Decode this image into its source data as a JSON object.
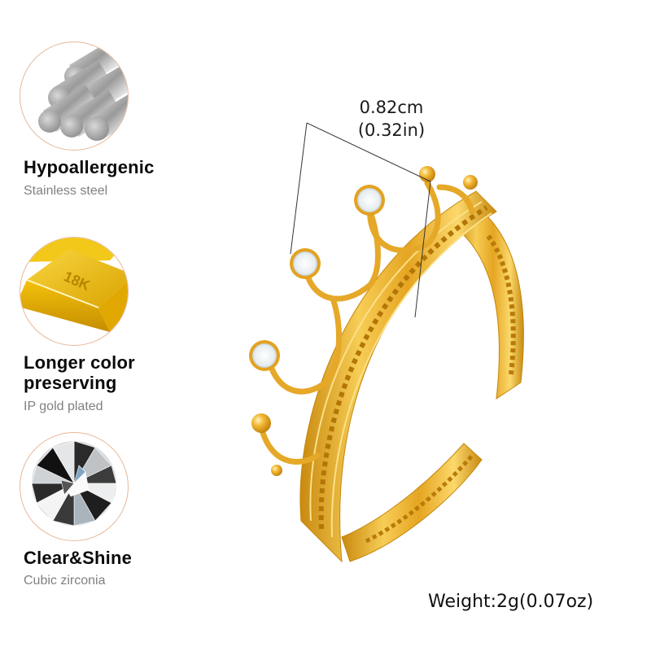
{
  "features": [
    {
      "icon": "stainless-steel-rods-icon",
      "title": "Hypoallergenic",
      "subtitle": "Stainless steel"
    },
    {
      "icon": "gold-bar-icon",
      "icon_text": "18K",
      "title_line1": "Longer color",
      "title_line2": "preserving",
      "subtitle": "IP gold plated"
    },
    {
      "icon": "cubic-zirconia-gem-icon",
      "title": "Clear&Shine",
      "subtitle": "Cubic zirconia"
    }
  ],
  "product": {
    "image": "gold-crown-ring",
    "dimension_cm": "0.82cm",
    "dimension_in": "(0.32in)",
    "weight": "Weight:2g(0.07oz)"
  },
  "colors": {
    "circle_border": "#e8b898",
    "title": "#0a0a0a",
    "subtitle": "#808080",
    "gold": "#e8a81c"
  }
}
